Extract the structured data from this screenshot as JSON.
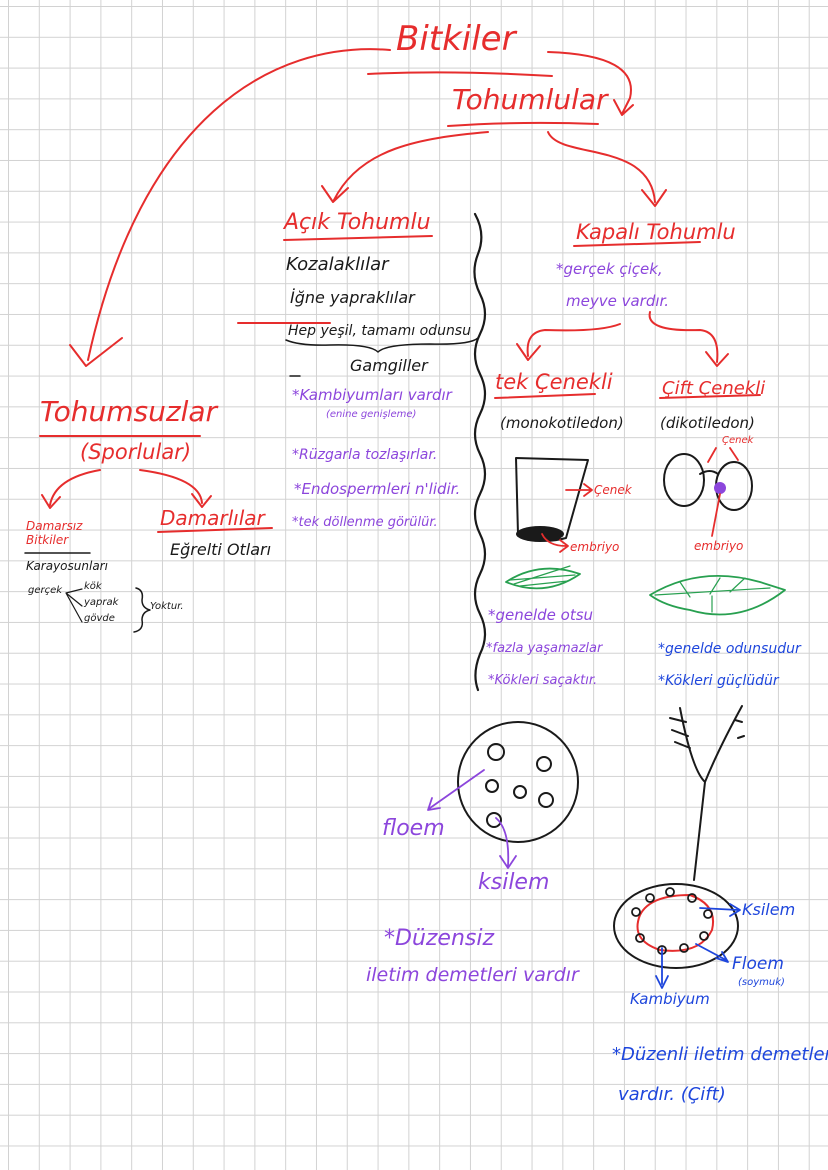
{
  "title": "Bitkiler",
  "seeded": "Tohumlular",
  "seedless": {
    "title": "Tohumsuzlar",
    "subtitle": "(Sporlular)",
    "nonvascular": {
      "title": "Damarsız Bitkiler",
      "example": "Karayosunları",
      "organ_prefix": "gerçek",
      "organs": [
        "kök",
        "yaprak",
        "gövde"
      ],
      "organ_note": "Yoktur."
    },
    "vascular": {
      "title": "Damarlılar",
      "example": "Eğrelti Otları"
    }
  },
  "gymnosperms": {
    "title": "Açık Tohumlu",
    "examples": [
      "Kozalaklılar",
      "İğne yapraklılar",
      "Hep yeşil, tamamı odunsu",
      "Gamgiller"
    ],
    "facts": [
      "*Kambiyumları vardır",
      "(enine genişleme)",
      "*Rüzgarla tozlaşırlar.",
      "*Endospermleri n'lidir.",
      "*tek döllenme görülür."
    ]
  },
  "angiosperms": {
    "title": "Kapalı Tohumlu",
    "note_line1": "*gerçek çiçek,",
    "note_line2": "meyve vardır.",
    "monocot": {
      "title": "tek Çenekli",
      "latin": "(monokotiledon)",
      "label_cotyledon": "Çenek",
      "label_embryo": "embriyo",
      "facts": [
        "*genelde otsu",
        "*fazla yaşamazlar",
        "*Kökleri saçaktır."
      ],
      "bundle_labels": [
        "floem",
        "ksilem"
      ],
      "bundle_note_line1": "*Düzensiz",
      "bundle_note_line2": "iletim demetleri vardır"
    },
    "dicot": {
      "title": "Çift Çenekli",
      "latin": "(dikotiledon)",
      "label_cotyledon": "Çenek",
      "label_embryo": "embriyo",
      "facts": [
        "*genelde odunsudur",
        "*Kökleri güçlüdür"
      ],
      "bundle_labels": [
        "Ksilem",
        "Floem",
        "(soymuk)",
        "Kambiyum"
      ],
      "bundle_note_line1": "*Düzenli iletim demetleri",
      "bundle_note_line2": "vardır. (Çift)"
    }
  },
  "colors": {
    "red": "#e62d2d",
    "black": "#1a1a1a",
    "purple": "#8c46dc",
    "blue": "#1e46dc",
    "green": "#28a050",
    "grid": "#d2d2d2"
  }
}
